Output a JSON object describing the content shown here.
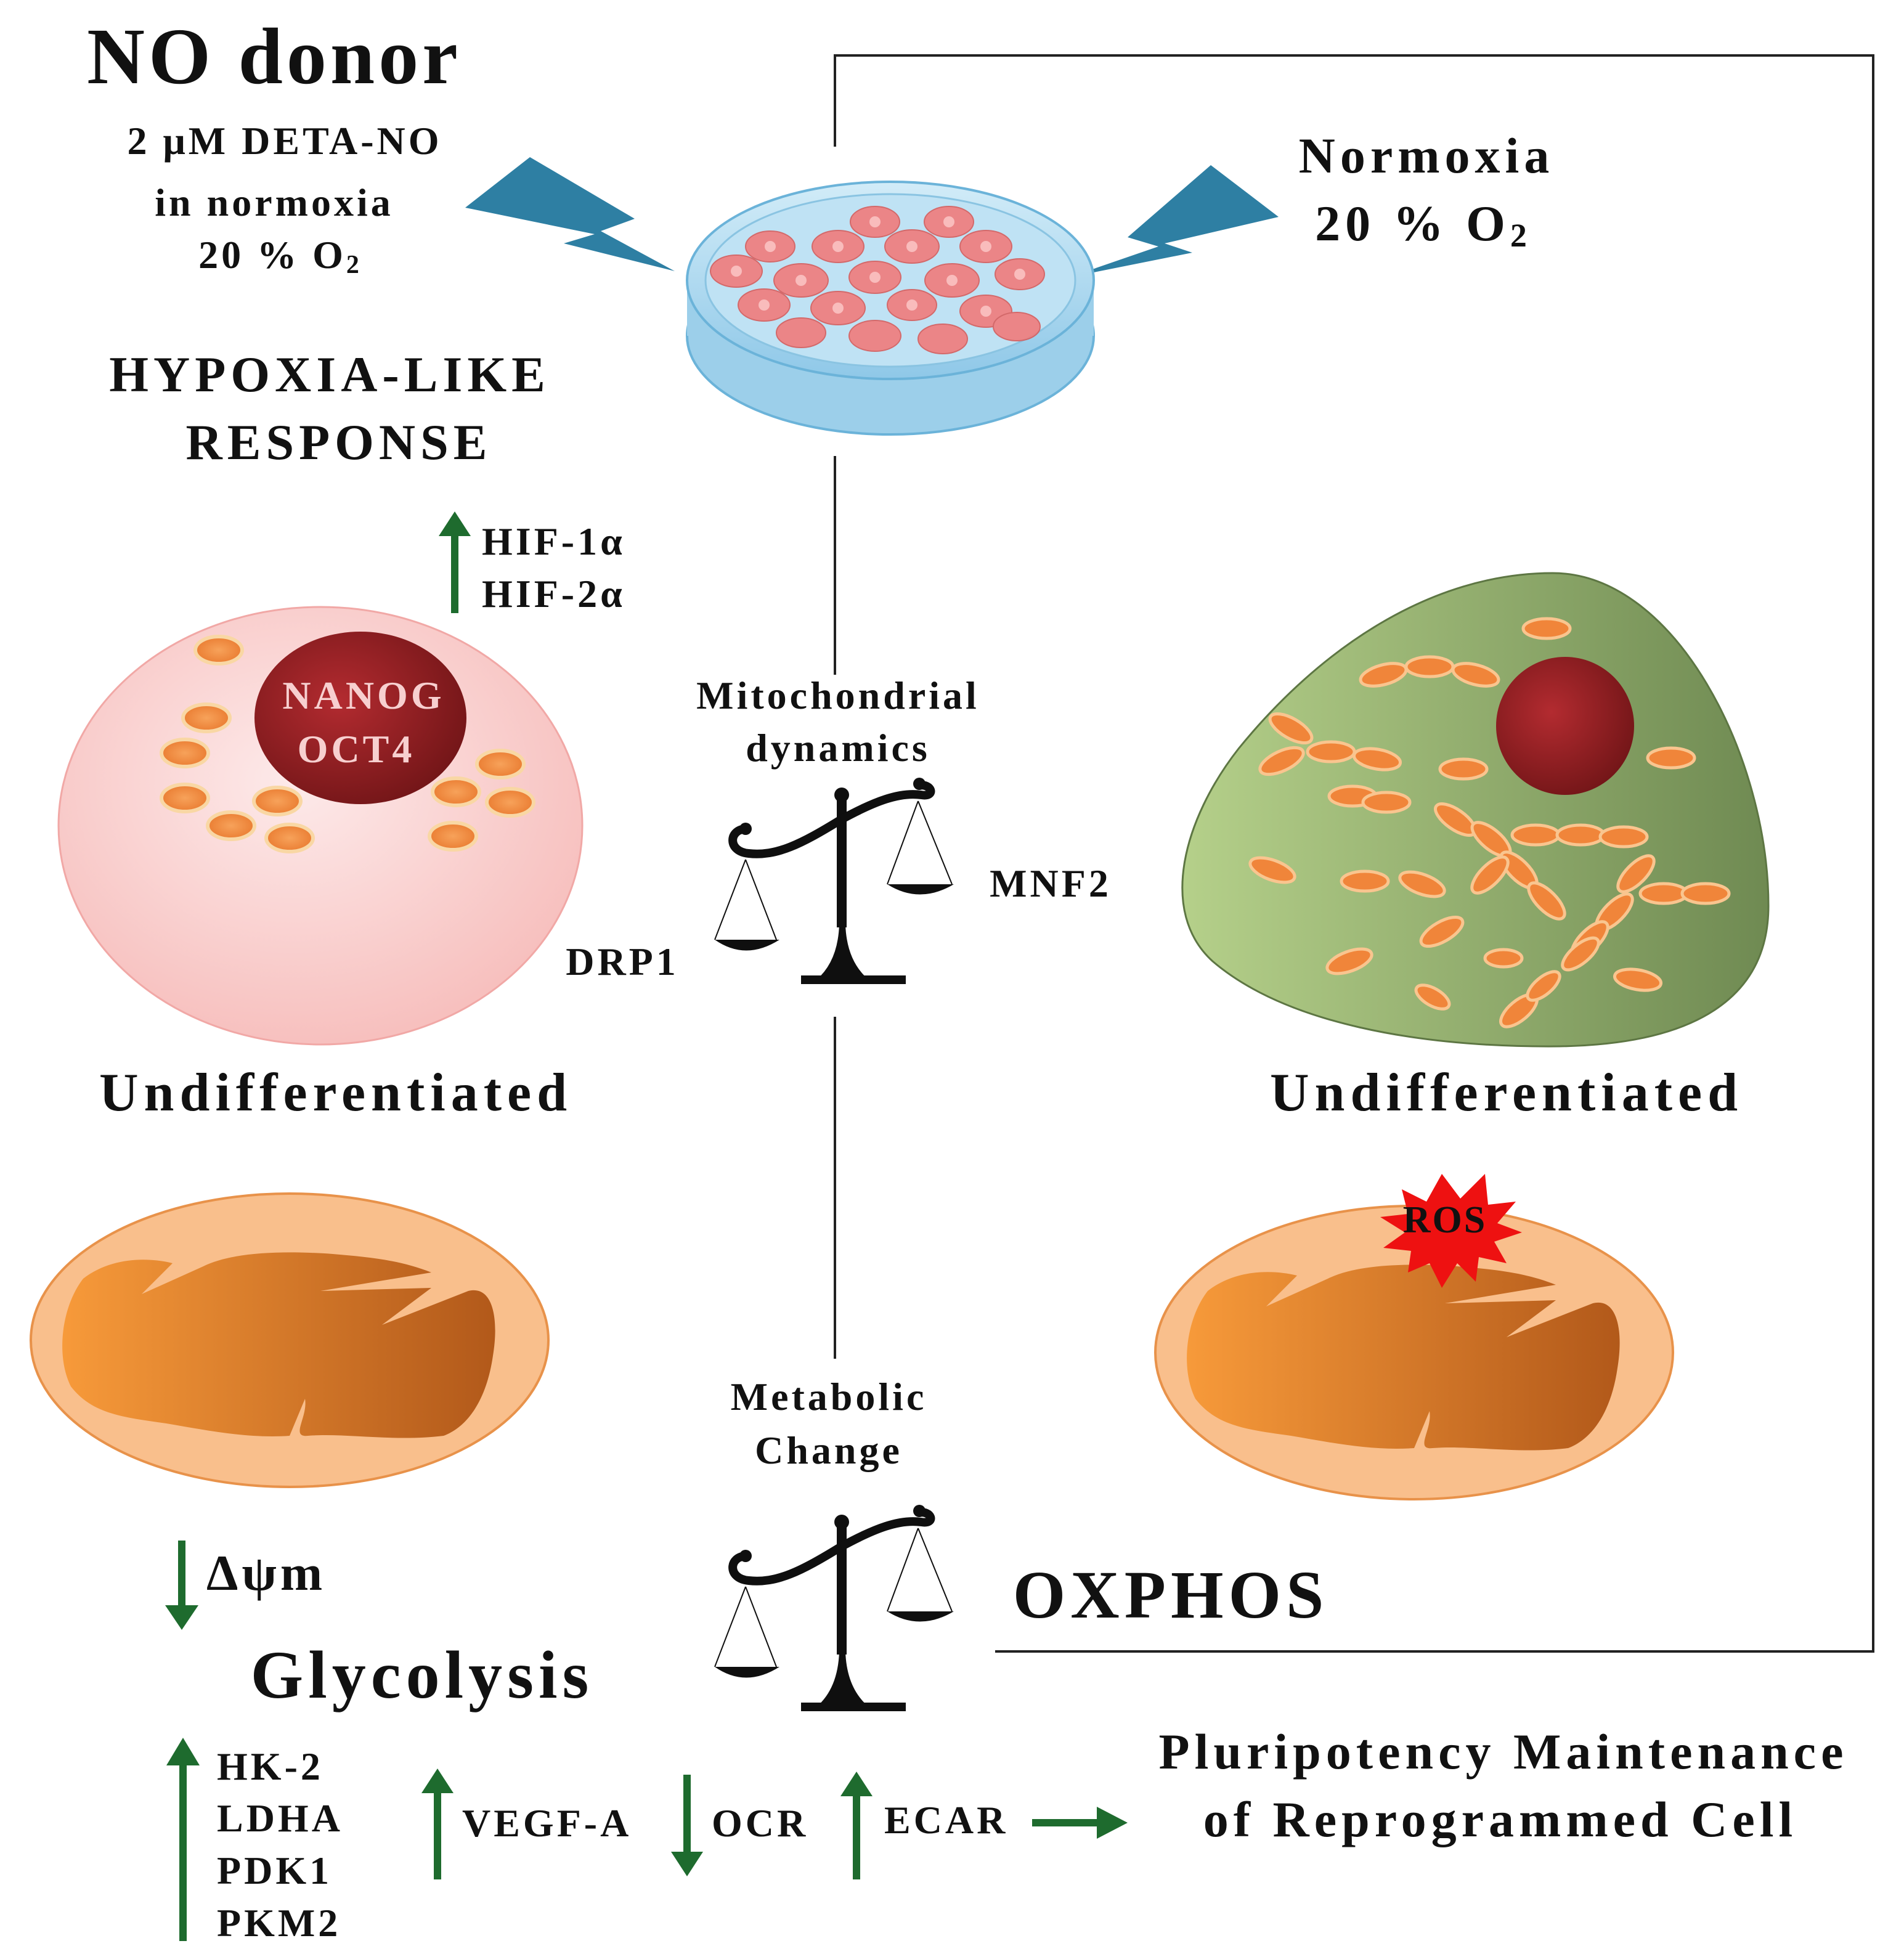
{
  "left": {
    "no_donor_title": "NO donor",
    "no_donor_line1": "2 μM DETA-NO",
    "no_donor_line2": "in normoxia",
    "no_donor_line3": "20 % O",
    "o2_subscript": "2",
    "hypoxia_line1": "HYPOXIA-LIKE",
    "hypoxia_line2": "RESPONSE",
    "hif1": "HIF-1α",
    "hif2": "HIF-2α",
    "nucleus_line1": "NANOG",
    "nucleus_line2": "OCT4",
    "cell_label": "Undifferentiated",
    "delta_psi": "Δψm",
    "glycolysis": "Glycolysis",
    "gene_list": [
      "HK-2",
      "LDHA",
      "PDK1",
      "PKM2"
    ],
    "vegf": "VEGF-A",
    "ocr": "OCR",
    "ecar": "ECAR"
  },
  "right": {
    "normoxia_line1": "Normoxia",
    "normoxia_line2": "20 % O",
    "cell_label": "Undifferentiated",
    "ros": "ROS",
    "oxphos": "OXPHOS"
  },
  "center": {
    "mito_dyn_line1": "Mitochondrial",
    "mito_dyn_line2": "dynamics",
    "drp1": "DRP1",
    "mnf2": "MNF2",
    "metabolic_line1": "Metabolic",
    "metabolic_line2": "Change"
  },
  "outcome": {
    "line1": "Pluripotency Maintenance",
    "line2": "of Reprogrammed Cell"
  },
  "colors": {
    "arrow_green": "#1e6b2e",
    "bolt_blue": "#2e7fa3",
    "dish_blue": "#a9d6ee",
    "pink_cell": "#f9c9c7",
    "green_cell": "#8faa6a",
    "nucleus_red": "#a52228",
    "mito_orange": "#f39a4e",
    "ros_red": "#ee1111"
  }
}
